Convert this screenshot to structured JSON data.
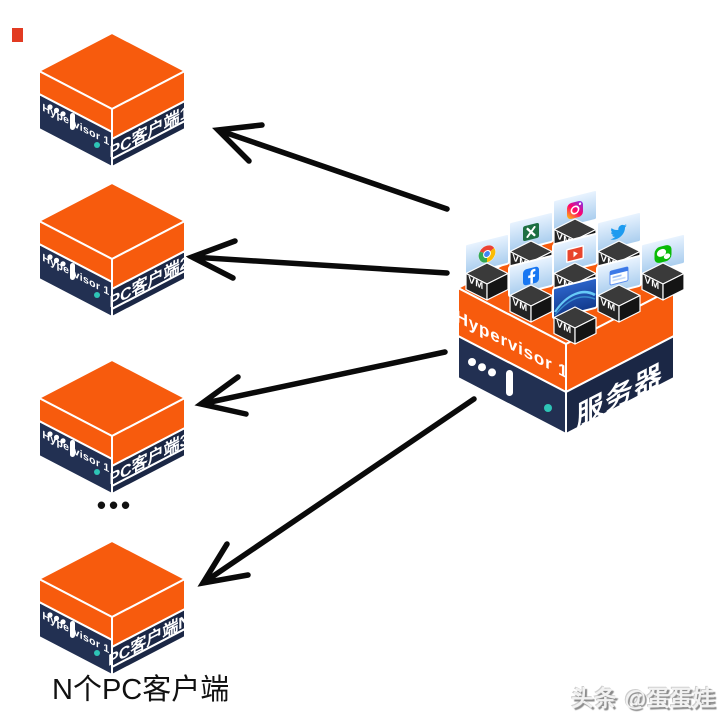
{
  "diagram": {
    "caption": "N个PC客户端",
    "ellipsis": "•••"
  },
  "server": {
    "label": "服务器",
    "hypervisor": "Hypervisor 1",
    "vm_label": "VM",
    "vm_icons": [
      "instagram-icon",
      "excel-icon",
      "twitter-icon",
      "chrome-icon",
      "video-player-icon",
      "wechat-icon",
      "facebook-icon",
      "app-window-icon",
      "desktop-wallpaper-icon"
    ]
  },
  "clients": [
    {
      "label": "PC客户端1",
      "hypervisor": "Hypervisor 1"
    },
    {
      "label": "PC客户端2",
      "hypervisor": "Hypervisor 1"
    },
    {
      "label": "PC客户端3",
      "hypervisor": "Hypervisor 1"
    },
    {
      "label": "PC客户端N",
      "hypervisor": "Hypervisor 1"
    }
  ],
  "watermark": "头条 @蛋蛋娃",
  "colors": {
    "orange": "#F75B0D",
    "navy_left": "#223052",
    "navy_right": "#1B2745",
    "teal_led": "#2EC4B6",
    "arrow": "#0A0A0A",
    "vm_top": "#3A3A3A",
    "vm_left": "#242424",
    "vm_right": "#141414"
  }
}
